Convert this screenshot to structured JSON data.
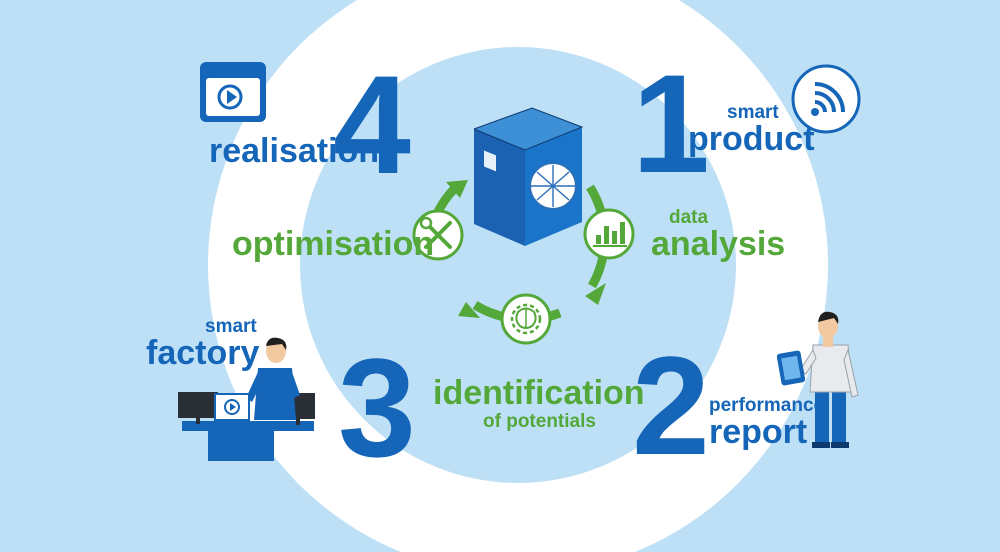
{
  "steps": [
    {
      "number": "1",
      "small": "smart",
      "big": "product",
      "icon": "wifi-signal-icon"
    },
    {
      "number": "2",
      "small": "performance",
      "big": "report",
      "icon": "person-with-tablet"
    },
    {
      "number": "3",
      "small": "smart",
      "big": "factory",
      "icon": "operator-at-workstation"
    },
    {
      "number": "4",
      "big": "realisation",
      "icon": "play-window-icon"
    }
  ],
  "cycle": {
    "center_icon": "compressor-unit-icon",
    "stages": [
      {
        "small": "data",
        "big": "analysis",
        "icon": "bar-chart-icon"
      },
      {
        "big": "identification",
        "small": "of potentials",
        "icon": "brain-gear-icon"
      },
      {
        "big": "optimisation",
        "icon": "wrench-screwdriver-icon"
      }
    ]
  },
  "colors": {
    "background": "#bde0f6",
    "ring": "#ffffff",
    "primary_blue": "#1565b8",
    "green": "#54a83a"
  }
}
